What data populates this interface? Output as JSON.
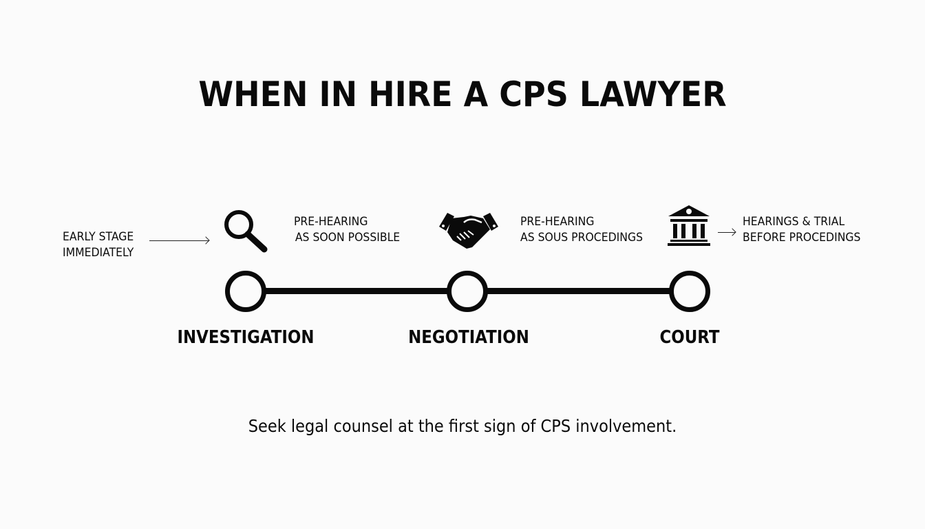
{
  "title": "WHEN IN HIRE A CPS LAWYER",
  "annotations": {
    "early": {
      "line1": "EARLY STAGE",
      "line2": "IMMEDIATELY"
    },
    "pre_hearing_1": {
      "line1": "PRE-HEARING",
      "line2": "AS SOON POSSIBLE"
    },
    "pre_hearing_2": {
      "line1": "PRE-HEARING",
      "line2": "AS SOUS PROCEDINGS"
    },
    "hearings": {
      "line1": "HEARINGS & TRIAL",
      "line2": "BEFORE PROCEDINGS"
    }
  },
  "icons": {
    "investigation": "magnifying-glass-icon",
    "negotiation": "handshake-icon",
    "court": "courthouse-icon"
  },
  "stages": [
    {
      "label": "INVESTIGATION"
    },
    {
      "label": "NEGOTIATION"
    },
    {
      "label": "COURT"
    }
  ],
  "footer": "Seek legal counsel at the first sign of CPS involvement.",
  "colors": {
    "foreground": "#0a0a0a",
    "background": "#fbfbfb"
  }
}
